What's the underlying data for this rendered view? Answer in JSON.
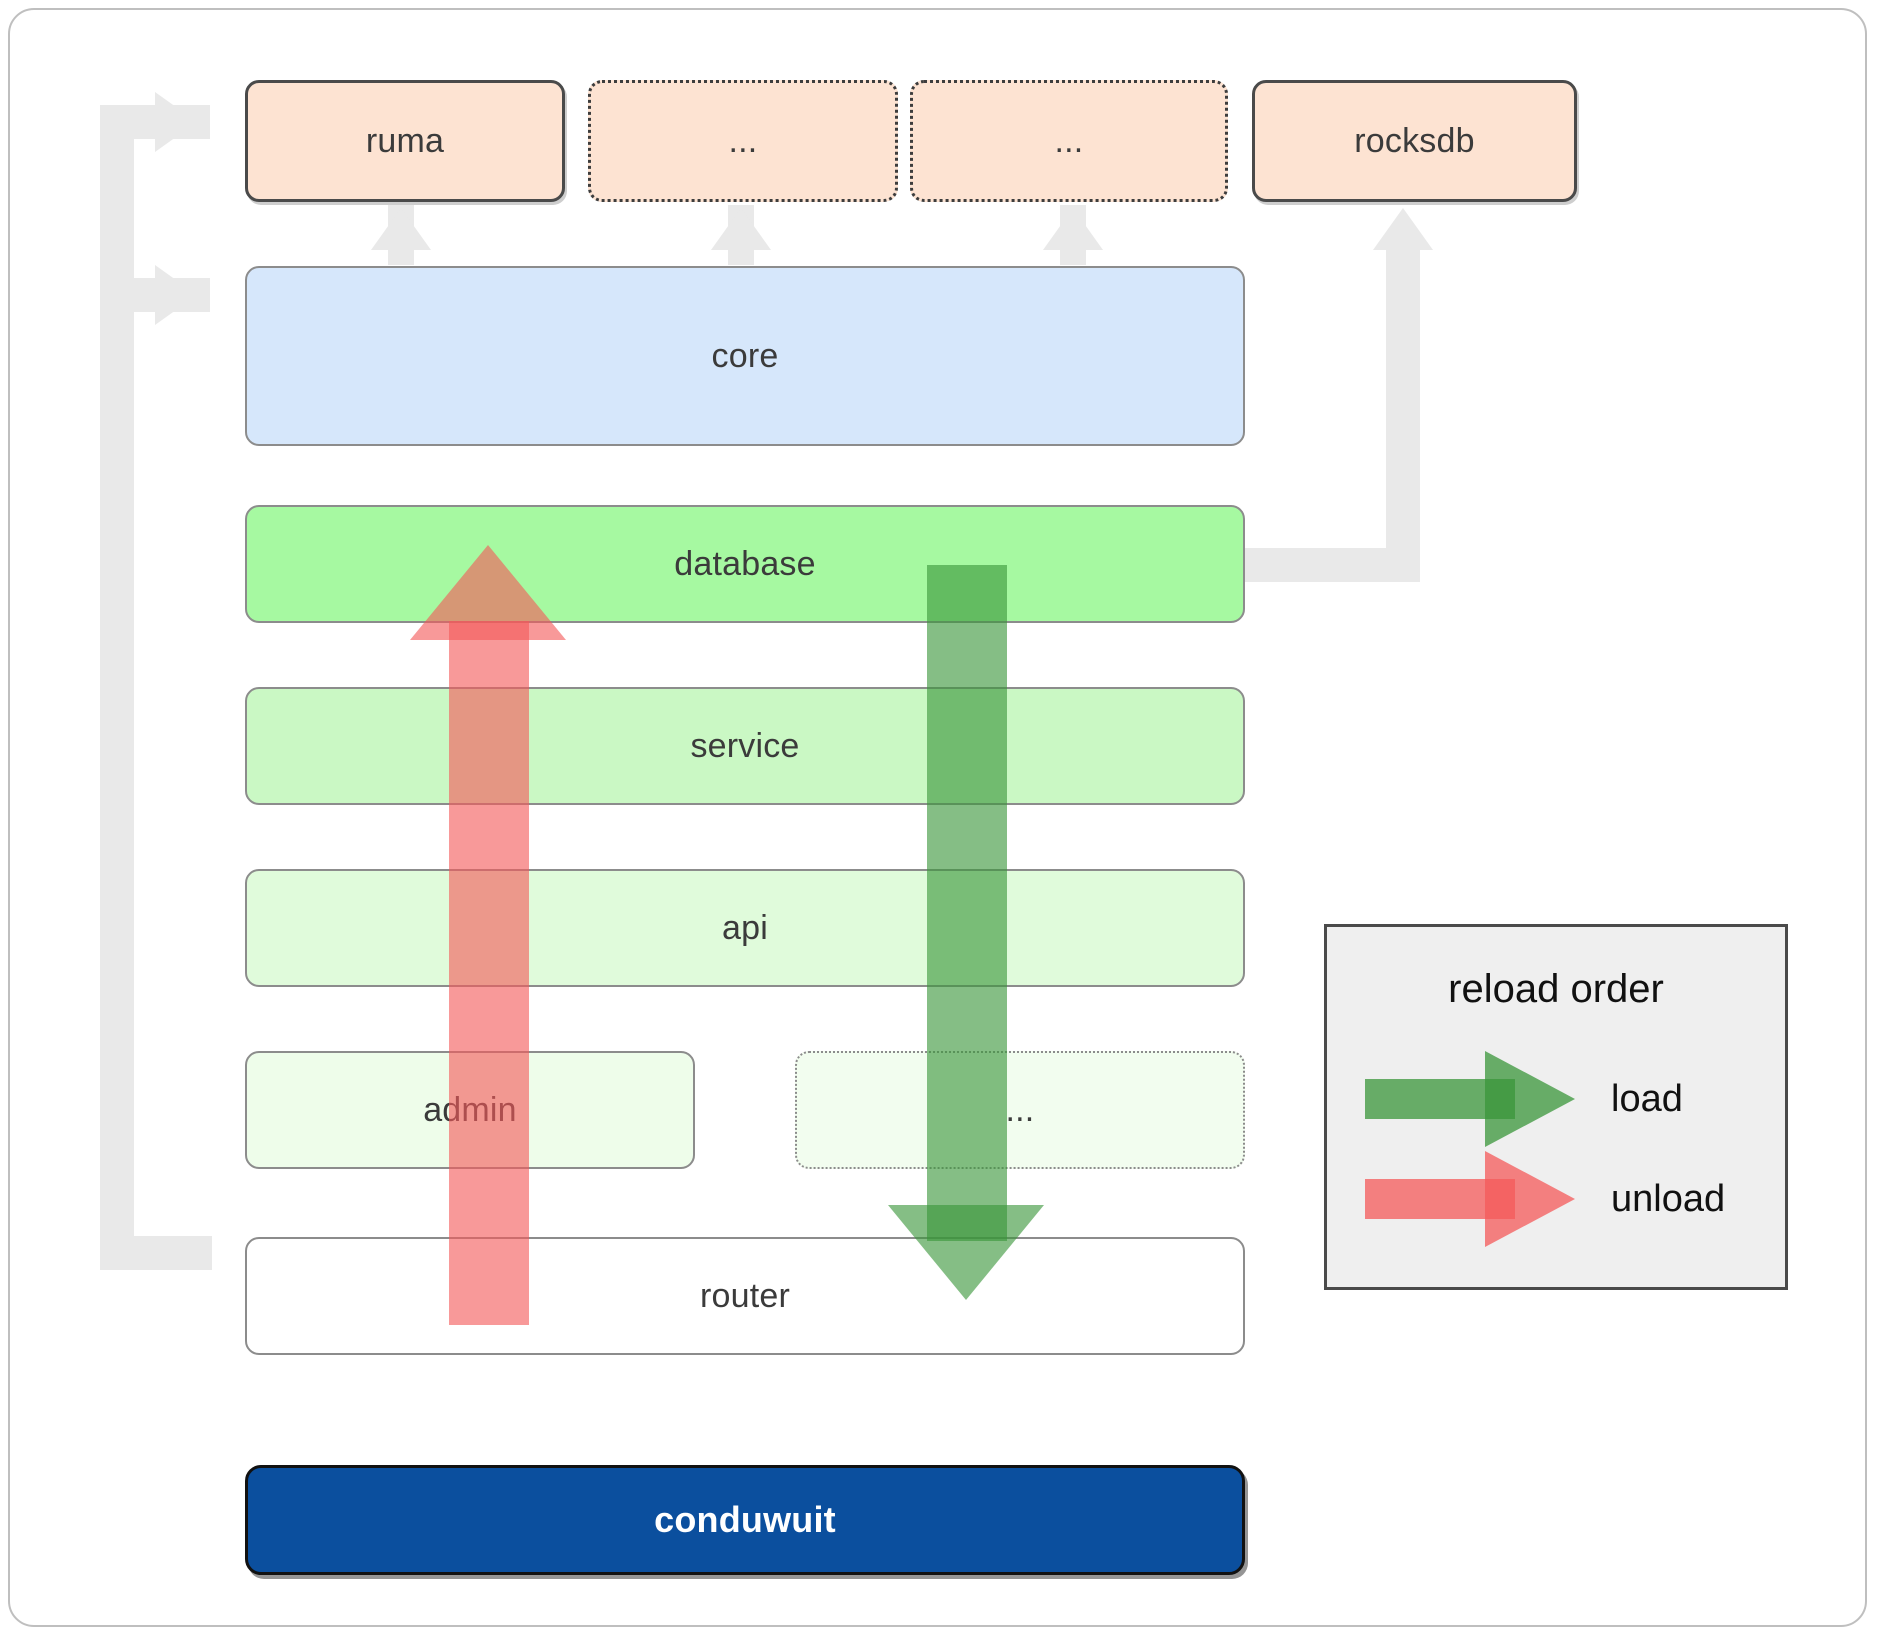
{
  "diagram": {
    "title": "conduwuit crate dependency / reload order diagram",
    "colors": {
      "dependency_fill": "#fde3d2",
      "core_fill": "#d6e7fb",
      "database_fill": "#a6f9a1",
      "service_fill": "#caf8c4",
      "api_fill": "#e0fbdb",
      "admin_fill": "#eefdea",
      "router_fill": "#ffffff",
      "root_fill": "#0b4f9e",
      "connector": "#e9e9e9",
      "load_arrow": "#3a963a",
      "unload_arrow": "#f45a5a",
      "legend_bg": "#efefef"
    },
    "dependencies": [
      {
        "id": "ruma",
        "label": "ruma",
        "style": "solid"
      },
      {
        "id": "dep2",
        "label": "...",
        "style": "dotted"
      },
      {
        "id": "dep3",
        "label": "...",
        "style": "dotted"
      },
      {
        "id": "rocksdb",
        "label": "rocksdb",
        "style": "solid"
      }
    ],
    "layers": [
      {
        "id": "core",
        "label": "core",
        "style": "solid"
      },
      {
        "id": "database",
        "label": "database",
        "style": "solid"
      },
      {
        "id": "service",
        "label": "service",
        "style": "solid"
      },
      {
        "id": "api",
        "label": "api",
        "style": "solid"
      },
      {
        "id": "admin",
        "label": "admin",
        "style": "solid"
      },
      {
        "id": "more",
        "label": "...",
        "style": "dotted"
      },
      {
        "id": "router",
        "label": "router",
        "style": "solid"
      }
    ],
    "root": {
      "id": "conduwuit",
      "label": "conduwuit"
    },
    "legend": {
      "title": "reload order",
      "entries": [
        {
          "id": "load",
          "label": "load",
          "direction": "down",
          "color": "#3a963a"
        },
        {
          "id": "unload",
          "label": "unload",
          "direction": "up",
          "color": "#f45a5a"
        }
      ]
    },
    "flows": [
      {
        "id": "unload-flow",
        "label": "unload",
        "direction": "up",
        "from": "router",
        "to": "database"
      },
      {
        "id": "load-flow",
        "label": "load",
        "direction": "down",
        "from": "database",
        "to": "router"
      }
    ]
  }
}
